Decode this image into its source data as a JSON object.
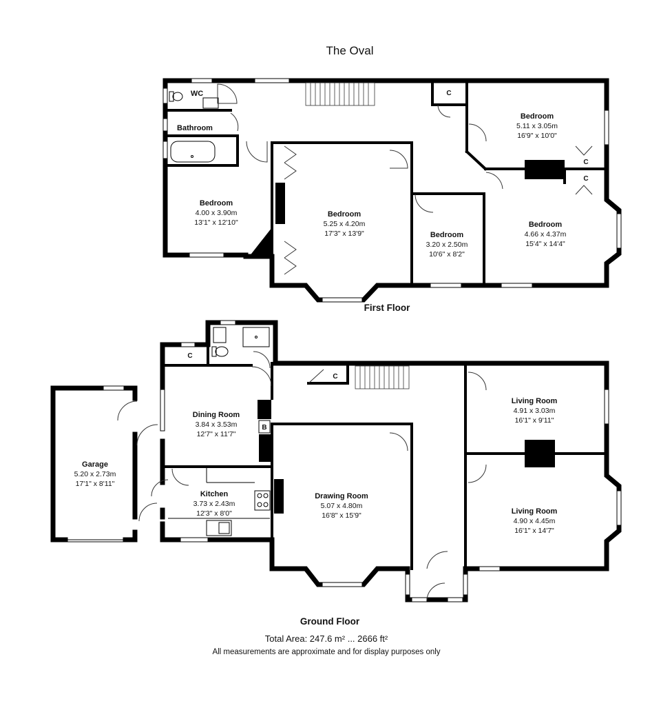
{
  "title": "The Oval",
  "floors": {
    "first": "First Floor",
    "ground": "Ground Floor"
  },
  "rooms": {
    "ff_wc": {
      "name": "WC"
    },
    "ff_bathroom": {
      "name": "Bathroom"
    },
    "ff_bedroom_a": {
      "name": "Bedroom",
      "metric": "4.00 x 3.90m",
      "imperial": "13'1\" x 12'10\""
    },
    "ff_bedroom_b": {
      "name": "Bedroom",
      "metric": "5.25 x 4.20m",
      "imperial": "17'3\" x 13'9\""
    },
    "ff_bedroom_c": {
      "name": "Bedroom",
      "metric": "3.20 x 2.50m",
      "imperial": "10'6\" x 8'2\""
    },
    "ff_bedroom_d": {
      "name": "Bedroom",
      "metric": "5.11 x 3.05m",
      "imperial": "16'9\" x 10'0\""
    },
    "ff_bedroom_e": {
      "name": "Bedroom",
      "metric": "4.66 x 4.37m",
      "imperial": "15'4\" x 14'4\""
    },
    "gf_garage": {
      "name": "Garage",
      "metric": "5.20 x 2.73m",
      "imperial": "17'1\" x 8'11\""
    },
    "gf_dining": {
      "name": "Dining Room",
      "metric": "3.84 x 3.53m",
      "imperial": "12'7\" x 11'7\""
    },
    "gf_kitchen": {
      "name": "Kitchen",
      "metric": "3.73 x 2.43m",
      "imperial": "12'3\" x 8'0\""
    },
    "gf_drawing": {
      "name": "Drawing Room",
      "metric": "5.07 x 4.80m",
      "imperial": "16'8\" x 15'9\""
    },
    "gf_living_a": {
      "name": "Living Room",
      "metric": "4.91 x 3.03m",
      "imperial": "16'1\" x 9'11\""
    },
    "gf_living_b": {
      "name": "Living Room",
      "metric": "4.90 x 4.45m",
      "imperial": "16'1\" x 14'7\""
    }
  },
  "markers": {
    "cupboard": "C",
    "boiler": "B"
  },
  "footer": {
    "total_area": "Total Area: 247.6 m² ... 2666 ft²",
    "disclaimer": "All measurements are approximate and for display purposes only"
  }
}
